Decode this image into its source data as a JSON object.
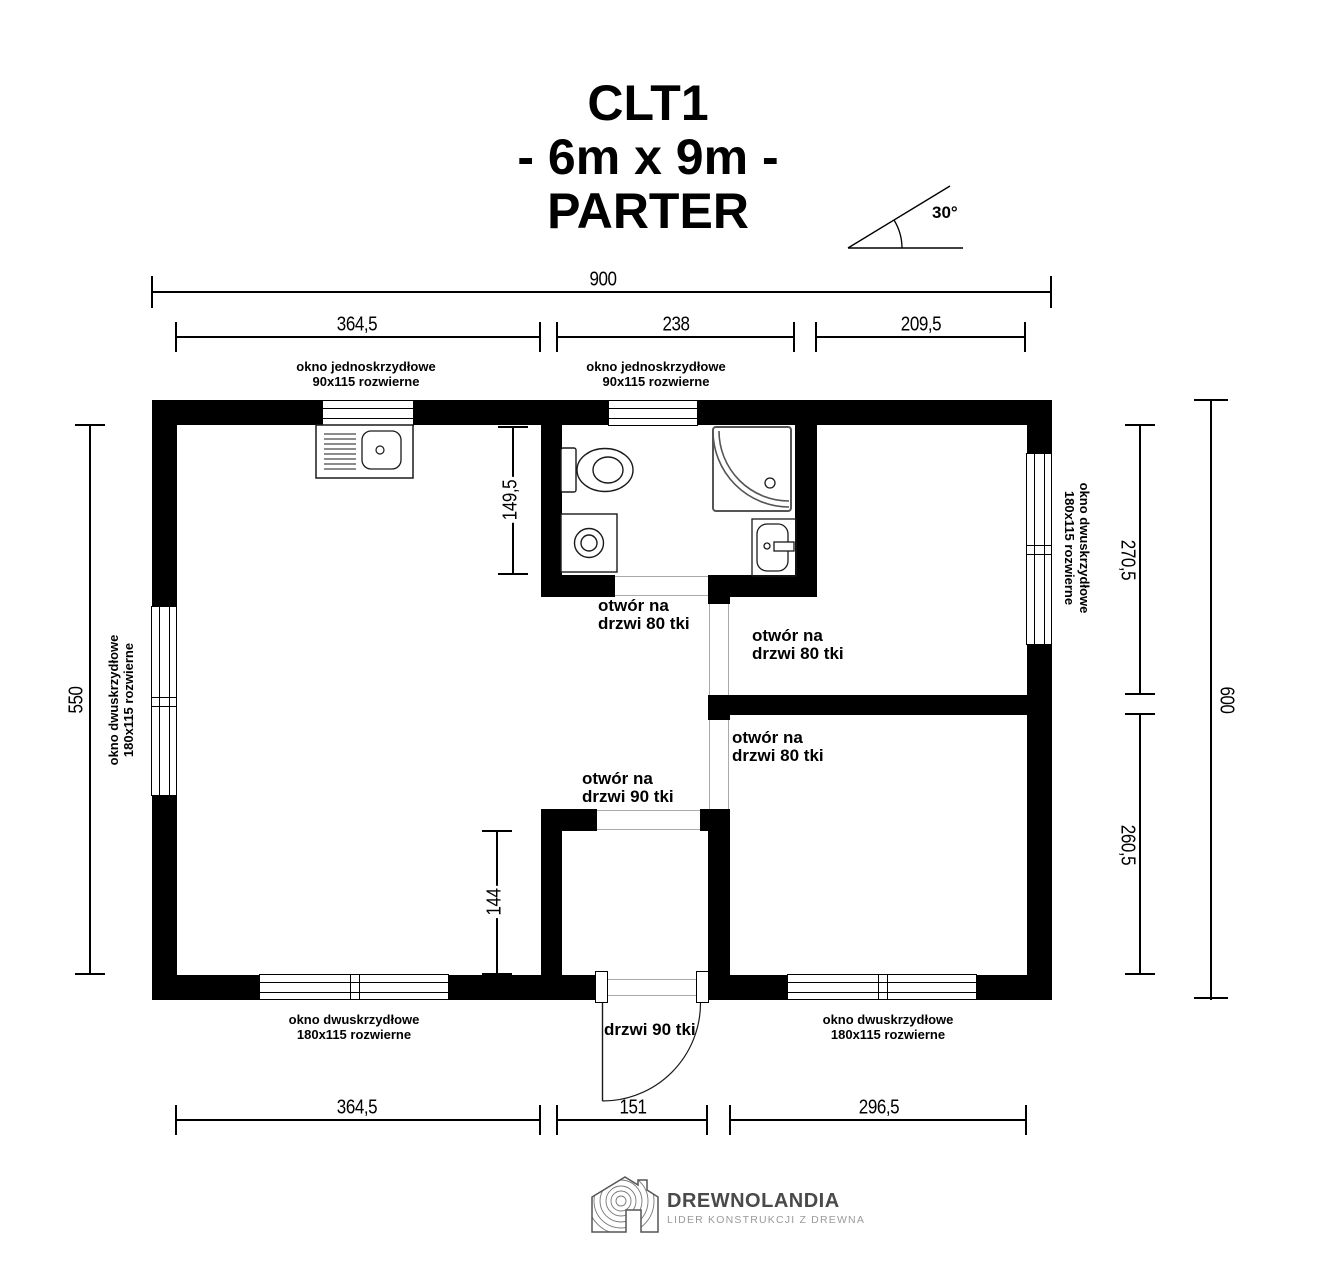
{
  "title": {
    "line1": "CLT1",
    "line2": "- 6m x 9m -",
    "line3": "PARTER"
  },
  "roof_angle": "30°",
  "dimensions": {
    "top_total": "900",
    "top_row": [
      "364,5",
      "238",
      "209,5"
    ],
    "bottom_row": [
      "364,5",
      "151",
      "296,5"
    ],
    "left_height": "550",
    "right_top": "270,5",
    "right_bottom": "260,5",
    "right_total": "600",
    "bathroom_height": "149,5",
    "vestibule_height": "144"
  },
  "window_labels": {
    "top_left": [
      "okno jednoskrzydłowe",
      "90x115 rozwierne"
    ],
    "top_middle": [
      "okno jednoskrzydłowe",
      "90x115 rozwierne"
    ],
    "left": [
      "okno dwuskrzydłowe",
      "180x115 rozwierne"
    ],
    "right": [
      "okno dwuskrzydłowe",
      "180x115 rozwierne"
    ],
    "bottom_left": [
      "okno dwuskrzydłowe",
      "180x115 rozwierne"
    ],
    "bottom_right": [
      "okno dwuskrzydłowe",
      "180x115 rozwierne"
    ]
  },
  "door_labels": {
    "bathroom": [
      "otwór na",
      "drzwi 80 tki"
    ],
    "room_top_right": [
      "otwór na",
      "drzwi 80 tki"
    ],
    "room_bottom_right": [
      "otwór na",
      "drzwi 80 tki"
    ],
    "vestibule": [
      "otwór na",
      "drzwi 90 tki"
    ],
    "entrance": "drzwi 90 tki"
  },
  "logo": {
    "name": "DREWNOLANDIA",
    "tagline": "LIDER KONSTRUKCJI Z DREWNA"
  },
  "colors": {
    "wall": "#000000",
    "logo_dark": "#4a4a4a",
    "logo_light": "#9a9a9a"
  }
}
